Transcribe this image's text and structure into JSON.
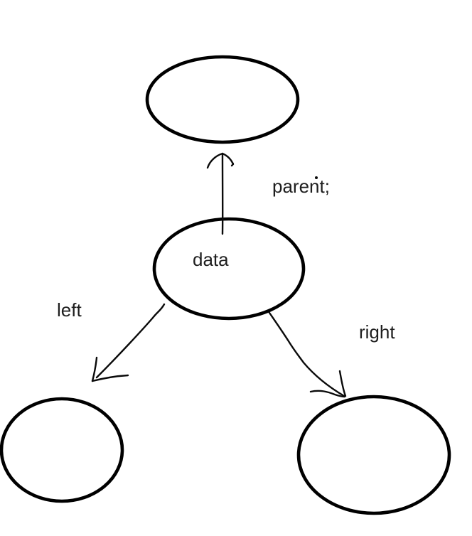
{
  "diagram": {
    "type": "hand-drawn tree node sketch",
    "colors": {
      "background": "#ffffff",
      "ink": "#000000",
      "text": "#1e1e1e"
    },
    "nodes": [
      {
        "id": "parent-node",
        "label": ""
      },
      {
        "id": "data-node",
        "label": "data"
      },
      {
        "id": "left-child-node",
        "label": ""
      },
      {
        "id": "right-child-node",
        "label": ""
      }
    ],
    "edges": [
      {
        "from": "data-node",
        "to": "parent-node",
        "direction": "up",
        "label": "parent;"
      },
      {
        "from": "data-node",
        "to": "left-child-node",
        "direction": "down-left",
        "label": "left"
      },
      {
        "from": "data-node",
        "to": "right-child-node",
        "direction": "down-right",
        "label": "right"
      }
    ]
  }
}
